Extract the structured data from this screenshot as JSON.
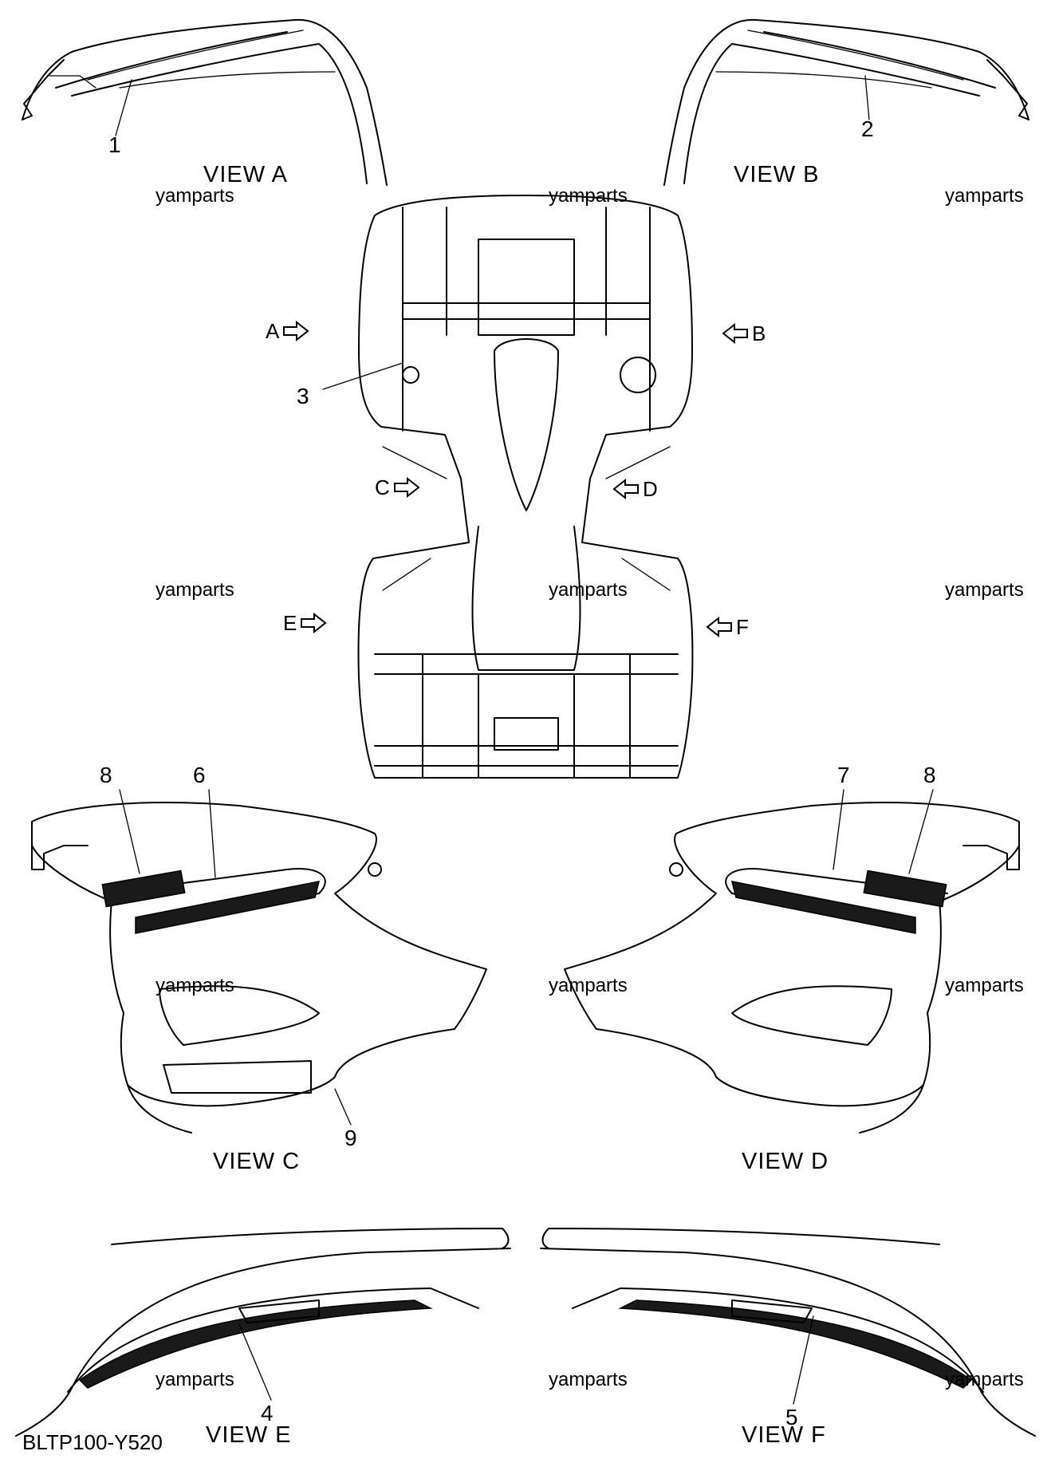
{
  "views": {
    "a": "VIEW A",
    "b": "VIEW B",
    "c": "VIEW C",
    "d": "VIEW D",
    "e": "VIEW E",
    "f": "VIEW F"
  },
  "callouts": [
    "1",
    "2",
    "3",
    "4",
    "5",
    "6",
    "7",
    "8",
    "9"
  ],
  "arrows": {
    "a": "A",
    "b": "B",
    "c": "C",
    "d": "D",
    "e": "E",
    "f": "F"
  },
  "watermark": "yamparts",
  "diagram_code": "BLTP100-Y520"
}
